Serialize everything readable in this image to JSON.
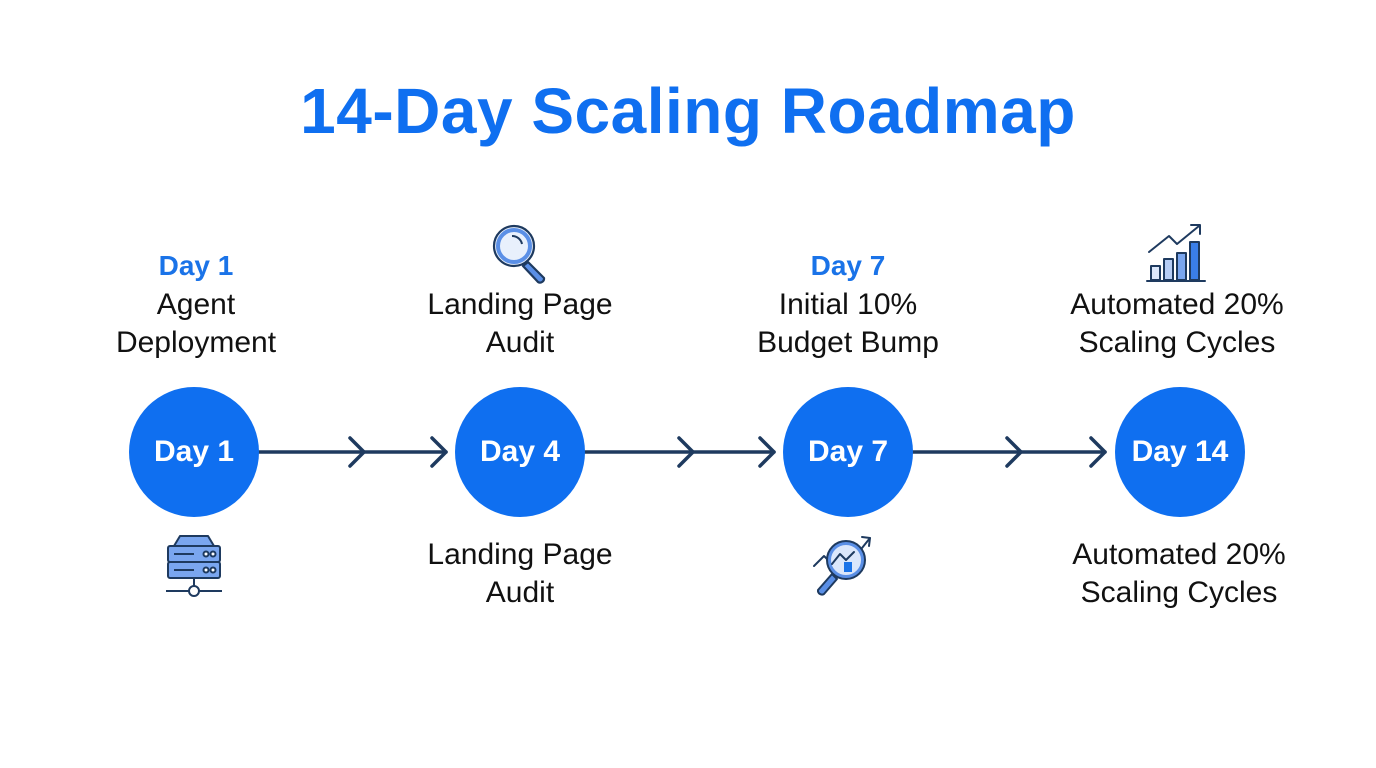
{
  "title": "14-Day Scaling Roadmap",
  "colors": {
    "title": "#0f6ff0",
    "node_fill": "#0f6ff0",
    "node_text": "#ffffff",
    "day_label": "#1a73e8",
    "connector": "#1e3a5f",
    "description": "#111111",
    "icon_fill": "#7aa6ef",
    "icon_stroke": "#1e3a5f"
  },
  "milestones": [
    {
      "node_label": "Day 1",
      "top": {
        "day_label": "Day 1",
        "line1": "Agent",
        "line2": "Deployment",
        "icon": null
      },
      "bottom": {
        "icon": "server-icon",
        "line1": "",
        "line2": ""
      }
    },
    {
      "node_label": "Day 4",
      "top": {
        "day_label": "",
        "line1": "Landing Page",
        "line2": "Audit",
        "icon": "magnifier-icon"
      },
      "bottom": {
        "icon": null,
        "line1": "Landing Page",
        "line2": "Audit"
      }
    },
    {
      "node_label": "Day 7",
      "top": {
        "day_label": "Day 7",
        "line1": "Initial 10%",
        "line2": "Budget Bump",
        "icon": null
      },
      "bottom": {
        "icon": "analytics-magnifier-icon",
        "line1": "",
        "line2": ""
      }
    },
    {
      "node_label": "Day 14",
      "top": {
        "day_label": "",
        "line1": "Automated 20%",
        "line2": "Scaling Cycles",
        "icon": "growth-bar-chart-icon"
      },
      "bottom": {
        "icon": null,
        "line1": "Automated 20%",
        "line2": "Scaling Cycles"
      }
    }
  ]
}
